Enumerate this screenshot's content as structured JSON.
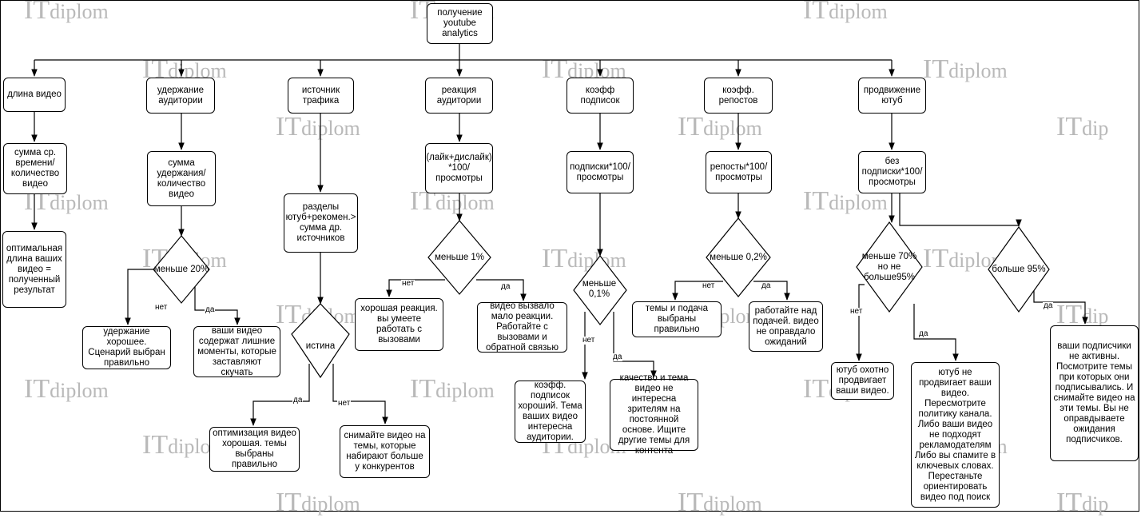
{
  "watermark": {
    "part1": "IT",
    "part2": "diplom",
    "part2_cut": "dip"
  },
  "nodes": {
    "root": "получение youtube analytics",
    "video_length": "длина видео",
    "retention": "удержание аудитории",
    "traffic_source": "источник трафика",
    "reaction": "реакция аудитории",
    "subs_coef": "коэфф подписок",
    "reposts_coef": "коэфф. репостов",
    "promotion": "продвижение ютуб",
    "avg_time": "сумма ср. времени/ количество видео",
    "optimal_length": "оптимальная длина ваших видео = полученный результат",
    "retention_sum": "сумма удержания/ количество видео",
    "retention_good": "удержание хорошее. Сценарий выбран правильно",
    "retention_bad": "ваши видео содержат лишние моменты, которые заставляют скучать",
    "sections": "разделы ютуб+рекомен.> сумма др. источников",
    "opt_good": "оптимизация видео хорошая. темы выбраны правильно",
    "shoot_topics": "снимайте видео на темы, которые набирают больше у конкурентов",
    "reaction_formula": "(лайк+дислайк) *100/ просмотры",
    "reaction_good": "хорошая реакция. вы умеете работать с вызовами",
    "reaction_low": "видео вызвало мало реакции. Работайте с вызовами и обратной связью",
    "subs_formula": "подписки*100/ просмотры",
    "subs_good": "коэфф. подписок хороший. Тема ваших видео интересна аудитории.",
    "subs_bad": "качество и тема видео не интересна зрителям на постоянной основе. Ищите другие темы для контента",
    "reposts_formula": "репосты*100/ просмотры",
    "reposts_good": "темы и подача выбраны правильно",
    "reposts_bad": "работайте над подачей. видео не оправдало ожиданий",
    "promo_formula": "без подписки*100/ просмотры",
    "promo_ok": "ютуб охотно продвигает ваши видео.",
    "promo_bad": "ютуб не продвигает ваши видео. Пересмотрите политику канала. Либо ваши видео не подходят рекламодателям Либо вы спамите в ключевых словах. Перестаньте ориентировать видео под поиск",
    "promo_inactive": "ваши подписчики не активны. Посмотрите темы при которых они подписывались. И снимайте видео на эти темы. Вы не оправдываете ожидания подписчиков."
  },
  "decisions": {
    "retention": "меньше 20%",
    "truth": "истина",
    "reaction": "меньше 1%",
    "subs": "меньше 0,1%",
    "reposts": "меньше 0,2%",
    "promo": "меньше 70% но не больше95%",
    "promo_high": "больше 95%"
  },
  "edge_labels": {
    "yes": "да",
    "no": "нет"
  }
}
